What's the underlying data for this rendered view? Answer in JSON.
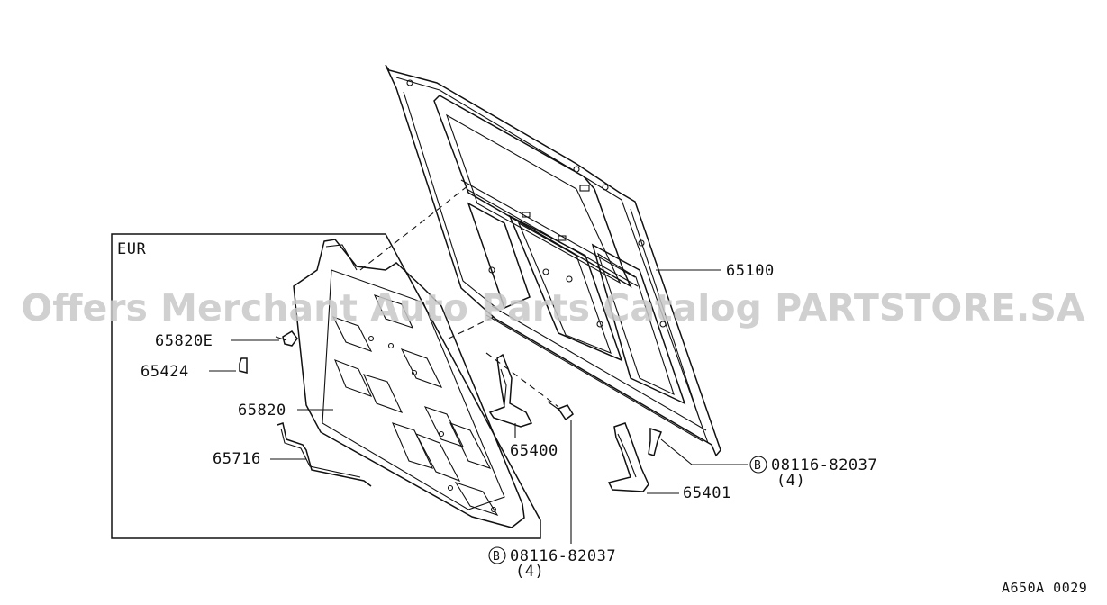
{
  "inset_label": "EUR",
  "watermark": "Offers Merchant Auto Parts Catalog PARTSTORE.SA",
  "diagram_code": "A650A 0029",
  "bolt_marker": "B",
  "parts": {
    "hood": "65100",
    "insulator_clip": "65820E",
    "seal": "65424",
    "insulator": "65820",
    "rod": "65716",
    "hinge_left": "65400",
    "hinge_right": "65401",
    "bolt_upper": "08116-82037",
    "bolt_upper_qty": "(4)",
    "bolt_lower": "08116-82037",
    "bolt_lower_qty": "(4)"
  }
}
